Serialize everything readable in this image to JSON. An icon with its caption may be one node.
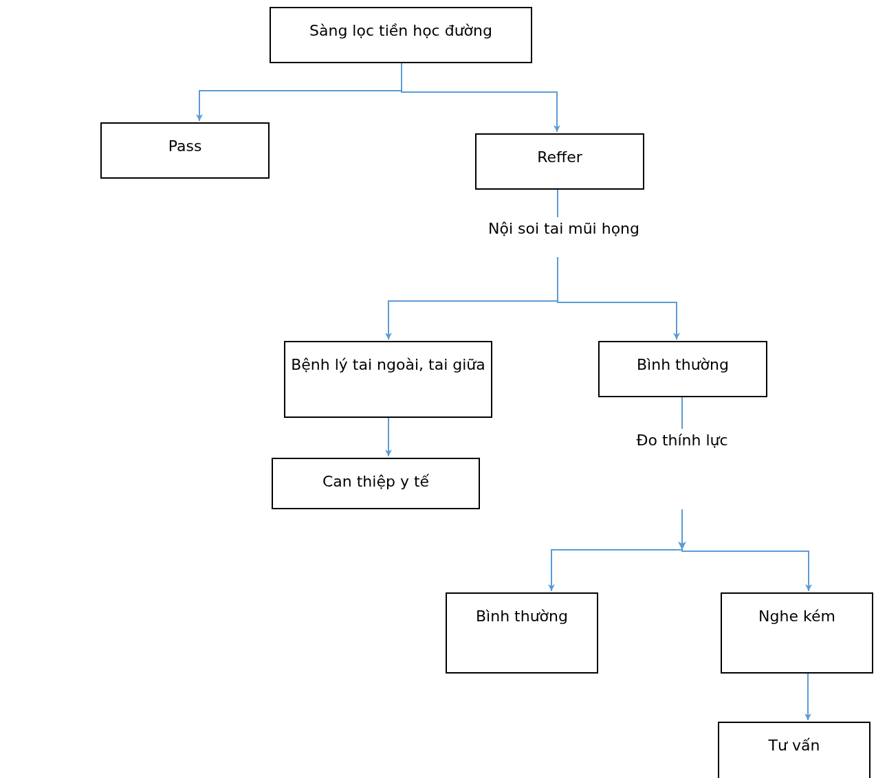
{
  "diagram": {
    "nodes": [
      {
        "text": [
          "Sàng lọc tiền học đường"
        ]
      },
      {
        "text": [
          "Pass"
        ]
      },
      {
        "text": [
          "Reffer"
        ]
      },
      {
        "text": [
          "Nội soi tai mũi họng"
        ]
      },
      {
        "text": [
          "Bệnh lý tai ngoài, tai giữa"
        ]
      },
      {
        "text": [
          "Bình thường"
        ]
      },
      {
        "text": [
          "Can thiệp y tế"
        ]
      },
      {
        "text": [
          "Đo thính lực"
        ]
      },
      {
        "text": [
          "Bình thường"
        ]
      },
      {
        "text": [
          "Nghe kém"
        ]
      },
      {
        "text": [
          "Tư vấn"
        ]
      }
    ],
    "edges": [
      {
        "from": 0,
        "to": 1,
        "arrow": "to"
      },
      {
        "from": 0,
        "to": 2,
        "arrow": "to"
      },
      {
        "from": 2,
        "to": 3,
        "arrow": "none"
      },
      {
        "from": 3,
        "to": 4,
        "arrow": "to"
      },
      {
        "from": 3,
        "to": 5,
        "arrow": "to"
      },
      {
        "from": 4,
        "to": 6,
        "arrow": "to"
      },
      {
        "from": 5,
        "to": 7,
        "arrow": "none"
      },
      {
        "from": 7,
        "to": 8,
        "arrow": "to"
      },
      {
        "from": 7,
        "to": 9,
        "arrow": "to"
      },
      {
        "from": 9,
        "to": 10,
        "arrow": "to"
      }
    ]
  }
}
